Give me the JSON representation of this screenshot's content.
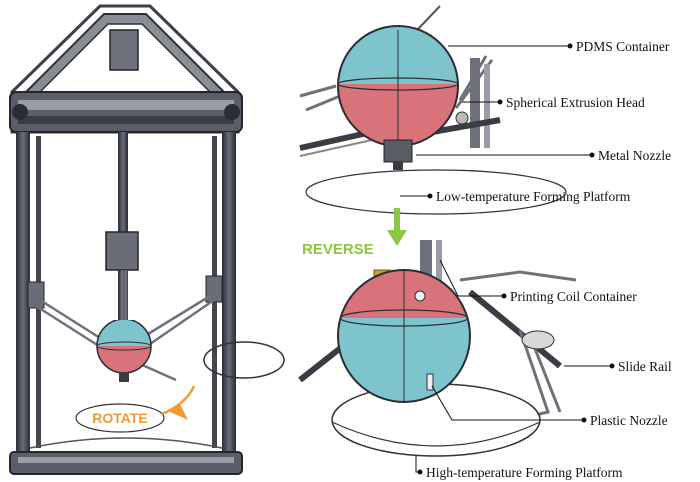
{
  "annotations": {
    "rotate": "ROTATE",
    "reverse": "REVERSE"
  },
  "labels": {
    "pdms_container": "PDMS Container",
    "spherical_extrusion_head": "Spherical Extrusion Head",
    "metal_nozzle": "Metal Nozzle",
    "low_temp_platform": "Low-temperature Forming Platform",
    "printing_coil_container": "Printing Coil Container",
    "slide_rail": "Slide Rail",
    "plastic_nozzle": "Plastic Nozzle",
    "high_temp_platform": "High-temperature Forming Platform"
  },
  "colors": {
    "sphere_top": "#7ec4cc",
    "sphere_bottom": "#d9737a",
    "frame": "#3d3f48",
    "rotate_text": "#f29a2e",
    "reverse_text": "#8dc63f",
    "arrow_green": "#8dc63f"
  }
}
